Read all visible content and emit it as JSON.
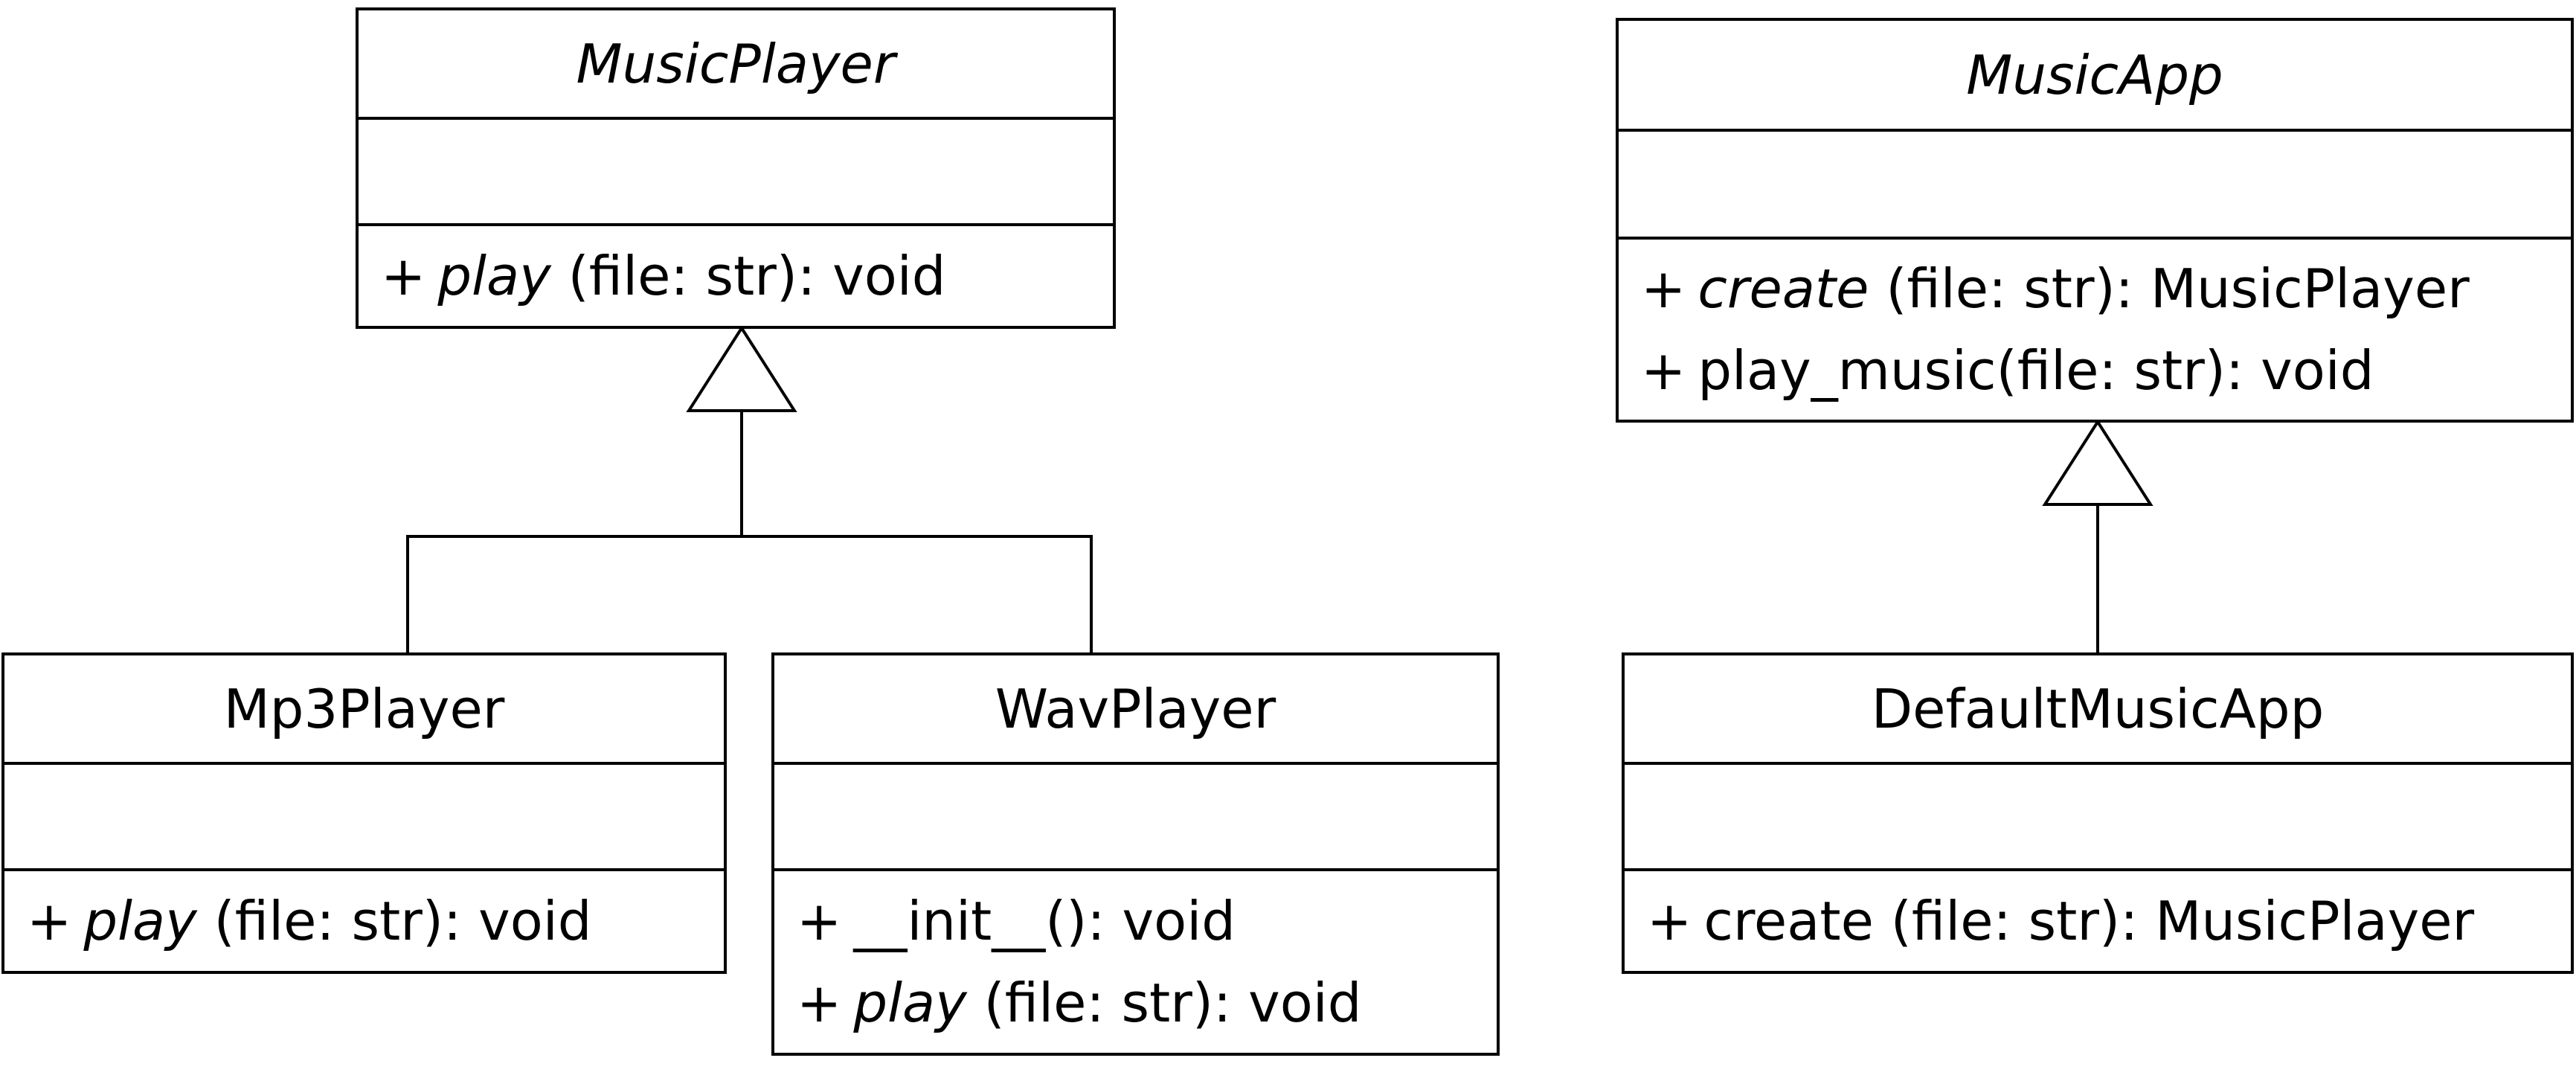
{
  "classes": {
    "music_player": {
      "name": "MusicPlayer",
      "operations": [
        {
          "visibility": "+",
          "name": "play",
          "signature": " (file: str): void"
        }
      ]
    },
    "mp3_player": {
      "name": "Mp3Player",
      "operations": [
        {
          "visibility": "+",
          "name": "play",
          "signature": " (file: str): void"
        }
      ]
    },
    "wav_player": {
      "name": "WavPlayer",
      "operations": [
        {
          "visibility": "+",
          "name": "__init__",
          "signature": "(): void"
        },
        {
          "visibility": "+",
          "name": "play",
          "signature": " (file: str): void"
        }
      ]
    },
    "music_app": {
      "name": "MusicApp",
      "operations": [
        {
          "visibility": "+",
          "name": "create",
          "signature": " (file: str): MusicPlayer"
        },
        {
          "visibility": "+",
          "name": "play_music",
          "signature": "(file: str): void"
        }
      ]
    },
    "default_music_app": {
      "name": "DefaultMusicApp",
      "operations": [
        {
          "visibility": "+",
          "name": "create",
          "signature": " (file: str): MusicPlayer"
        }
      ]
    }
  }
}
